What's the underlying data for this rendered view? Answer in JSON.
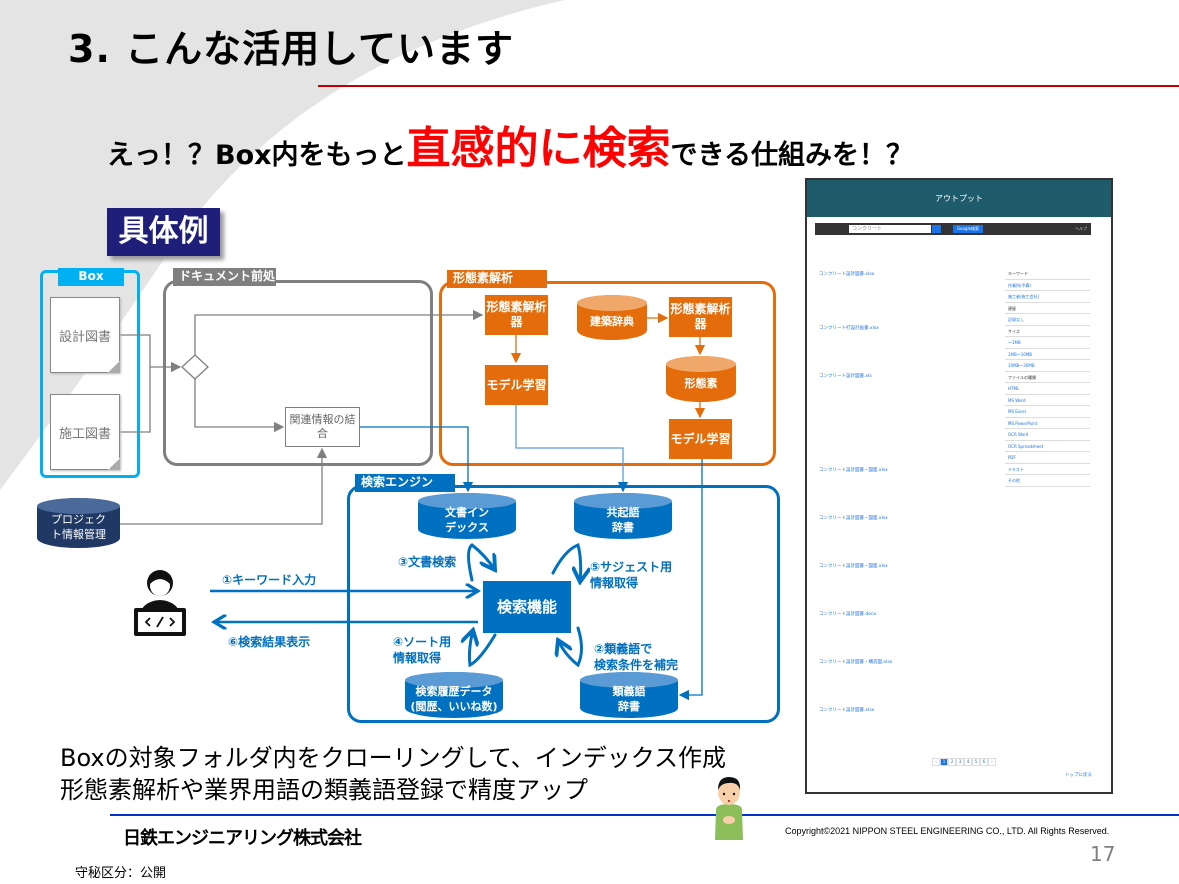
{
  "slide": {
    "title": "3. こんな活用しています",
    "subtitle_pre": "えっ！？Box内をもっと",
    "subtitle_emphasis": "直感的に検索",
    "subtitle_post": "できる仕組みを！？",
    "example_label": "具体例",
    "bottom_line1": "Boxの対象フォルダ内をクローリングして、インデックス作成",
    "bottom_line2": "形態素解析や業界用語の類義語登録で精度アップ",
    "company": "日鉄エンジニアリング株式会社",
    "copyright": "Copyright©2021 NIPPON STEEL ENGINEERING CO., LTD. All Rights Reserved.",
    "page_number": "17",
    "confidentiality": "守秘区分：公開"
  },
  "diagram": {
    "box_group": {
      "label": "Box",
      "doc1": "設計図書",
      "doc2": "施工図書"
    },
    "preprocess_group": {
      "label": "ドキュメント前処理",
      "merge": "関連情報の結合"
    },
    "project_db": "プロジェクト情報管理",
    "morph_group": {
      "label": "形態素解析",
      "analyzer1": "形態素解析器",
      "learn1": "モデル学習",
      "arch_dict": "建築辞典",
      "analyzer2": "形態素解析器",
      "morph_db": "形態素",
      "learn2": "モデル学習"
    },
    "search_group": {
      "label": "検索エンジン",
      "doc_index": "文書インデックス",
      "cooc_dict": "共起語辞書",
      "search_func": "検索機能",
      "history": "検索履歴データ(閲歴、いいね数)",
      "synonym_dict": "類義語辞書",
      "step3": "③文書検索",
      "step5a": "⑤サジェスト用",
      "step5b": "情報取得",
      "step4a": "④ソート用",
      "step4b": "情報取得",
      "step2a": "②類義語で",
      "step2b": "検索条件を補完"
    },
    "step1": "①キーワード入力",
    "step6": "⑥検索結果表示"
  },
  "screenshot": {
    "header": "アウトプット",
    "search_value": "コンクリート",
    "google_button": "Google検索",
    "help": "ヘルプ",
    "facets": [
      "キーワード",
      "作業所(予算)",
      "施工者(施工会社)",
      "建屋",
      "記録なし",
      "サイズ",
      "～1MB",
      "1MB～10MB",
      "10MB～30MB",
      "ファイルの種類",
      "HTML",
      "MS Word",
      "MS Excel",
      "MS PowerPoint",
      "OCR Word",
      "OCR Spreadsheet",
      "PDF",
      "テキスト",
      "その他"
    ],
    "results": [
      "コンクリート設計図書.xlsx",
      "コンクリート打設計画書.xlsx",
      "コンクリート設計図書.xls",
      "コンクリート設計図書・図面.xlsx",
      "コンクリート設計図書・図面.xlsx",
      "コンクリート設計図書・図面.xlsx",
      "コンクリート設計図書.docx",
      "コンクリート設計図書・構造図.xlsx",
      "コンクリート設計図書.xlsx"
    ],
    "pages": [
      "‹",
      "1",
      "2",
      "3",
      "4",
      "5",
      "6",
      "›"
    ],
    "back_to_top": "トップに戻る"
  },
  "colors": {
    "title_red": "#c00000",
    "emphasis": "#ff0000",
    "box": "#00b0f0",
    "preprocess": "#7f7f7f",
    "morph": "#e46c0a",
    "search": "#0070c0",
    "navy": "#1f1f7a"
  }
}
